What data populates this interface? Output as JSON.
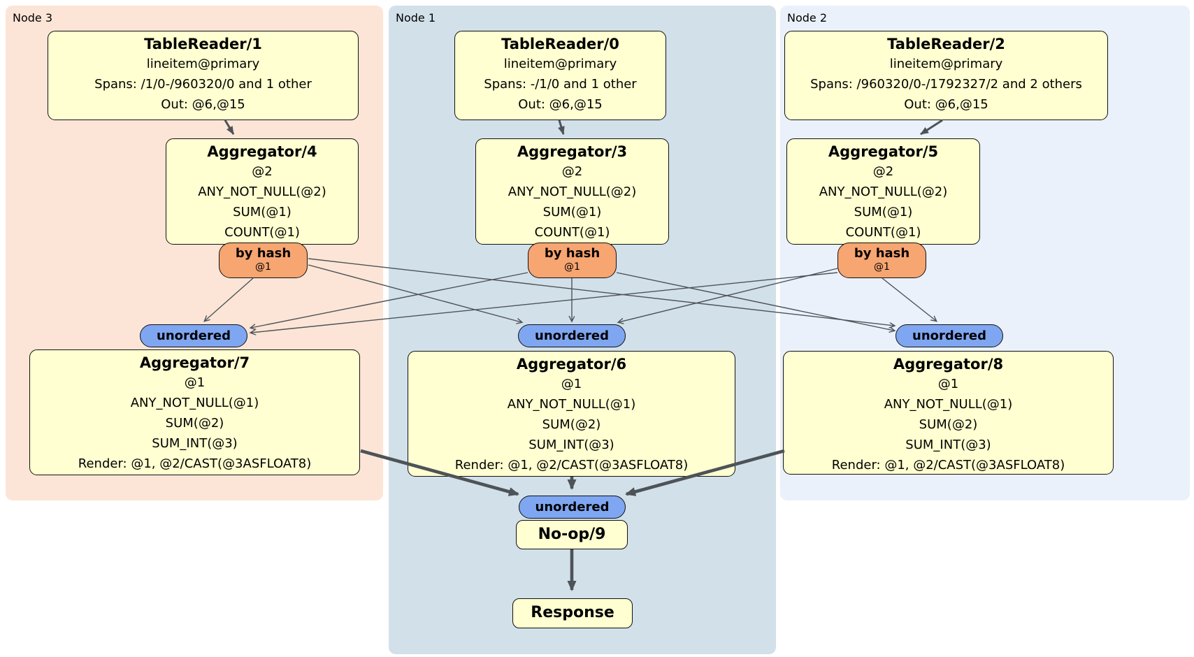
{
  "regions": {
    "node3": {
      "label": "Node 3"
    },
    "node1": {
      "label": "Node 1"
    },
    "node2": {
      "label": "Node 2"
    }
  },
  "processors": {
    "tablereader1": {
      "title": "TableReader/1",
      "lines": [
        "lineitem@primary",
        "Spans: /1/0-/960320/0 and 1 other",
        "Out: @6,@15"
      ]
    },
    "tablereader0": {
      "title": "TableReader/0",
      "lines": [
        "lineitem@primary",
        "Spans: -/1/0 and 1 other",
        "Out: @6,@15"
      ]
    },
    "tablereader2": {
      "title": "TableReader/2",
      "lines": [
        "lineitem@primary",
        "Spans: /960320/0-/1792327/2 and 2 others",
        "Out: @6,@15"
      ]
    },
    "aggregator4": {
      "title": "Aggregator/4",
      "lines": [
        "@2",
        "ANY_NOT_NULL(@2)",
        "SUM(@1)",
        "COUNT(@1)"
      ]
    },
    "aggregator3": {
      "title": "Aggregator/3",
      "lines": [
        "@2",
        "ANY_NOT_NULL(@2)",
        "SUM(@1)",
        "COUNT(@1)"
      ]
    },
    "aggregator5": {
      "title": "Aggregator/5",
      "lines": [
        "@2",
        "ANY_NOT_NULL(@2)",
        "SUM(@1)",
        "COUNT(@1)"
      ]
    },
    "aggregator7": {
      "title": "Aggregator/7",
      "lines": [
        "@1",
        "ANY_NOT_NULL(@1)",
        "SUM(@2)",
        "SUM_INT(@3)",
        "Render: @1, @2/CAST(@3ASFLOAT8)"
      ]
    },
    "aggregator6": {
      "title": "Aggregator/6",
      "lines": [
        "@1",
        "ANY_NOT_NULL(@1)",
        "SUM(@2)",
        "SUM_INT(@3)",
        "Render: @1, @2/CAST(@3ASFLOAT8)"
      ]
    },
    "aggregator8": {
      "title": "Aggregator/8",
      "lines": [
        "@1",
        "ANY_NOT_NULL(@1)",
        "SUM(@2)",
        "SUM_INT(@3)",
        "Render: @1, @2/CAST(@3ASFLOAT8)"
      ]
    },
    "noop9": {
      "title": "No-op/9"
    },
    "response": {
      "title": "Response"
    }
  },
  "routers": {
    "hash4": {
      "label": "by hash",
      "detail": "@1"
    },
    "hash3": {
      "label": "by hash",
      "detail": "@1"
    },
    "hash5": {
      "label": "by hash",
      "detail": "@1"
    }
  },
  "streams": {
    "unordered7": {
      "label": "unordered"
    },
    "unordered6": {
      "label": "unordered"
    },
    "unordered8": {
      "label": "unordered"
    },
    "unordered9": {
      "label": "unordered"
    }
  },
  "colors": {
    "node3_bg": "#fce5d7",
    "node1_bg": "#d2e0ea",
    "node2_bg": "#eaf1fb",
    "processor_bg": "#ffffd1",
    "router_bg": "#f7a571",
    "stream_bg": "#7fa6f1",
    "edge": "#4d5357",
    "border": "#111111"
  }
}
